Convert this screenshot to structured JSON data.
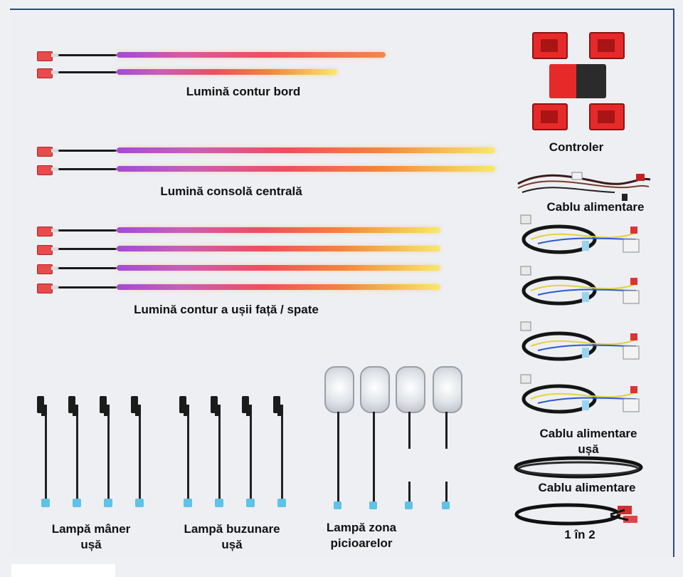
{
  "labels": {
    "dash": "Lumină contur bord",
    "console": "Lumină consolă centrală",
    "door": "Lumină contur a ușii față / spate",
    "controller": "Controler",
    "power_cable": "Cablu alimentare",
    "door_power_cable": "Cablu alimentare\nușă",
    "power_cable_2": "Cablu alimentare",
    "one_in_two": "1 în 2",
    "handle_lamp": "Lampă mâner\nușă",
    "pocket_lamp": "Lampă buzunare\nușă",
    "foot_lamp": "Lampă zona\npicioarelor"
  },
  "colors": {
    "border": "#2f4a78",
    "gradient": [
      "#a24bd8",
      "#ef4e62",
      "#f3863d",
      "#f7e96a"
    ],
    "connector_red": "#e74b4b",
    "connector_blue": "#5fc2e6"
  },
  "icons": [
    "led-strip-icon",
    "controller-icon",
    "wire-harness-icon",
    "lamp-icon"
  ]
}
